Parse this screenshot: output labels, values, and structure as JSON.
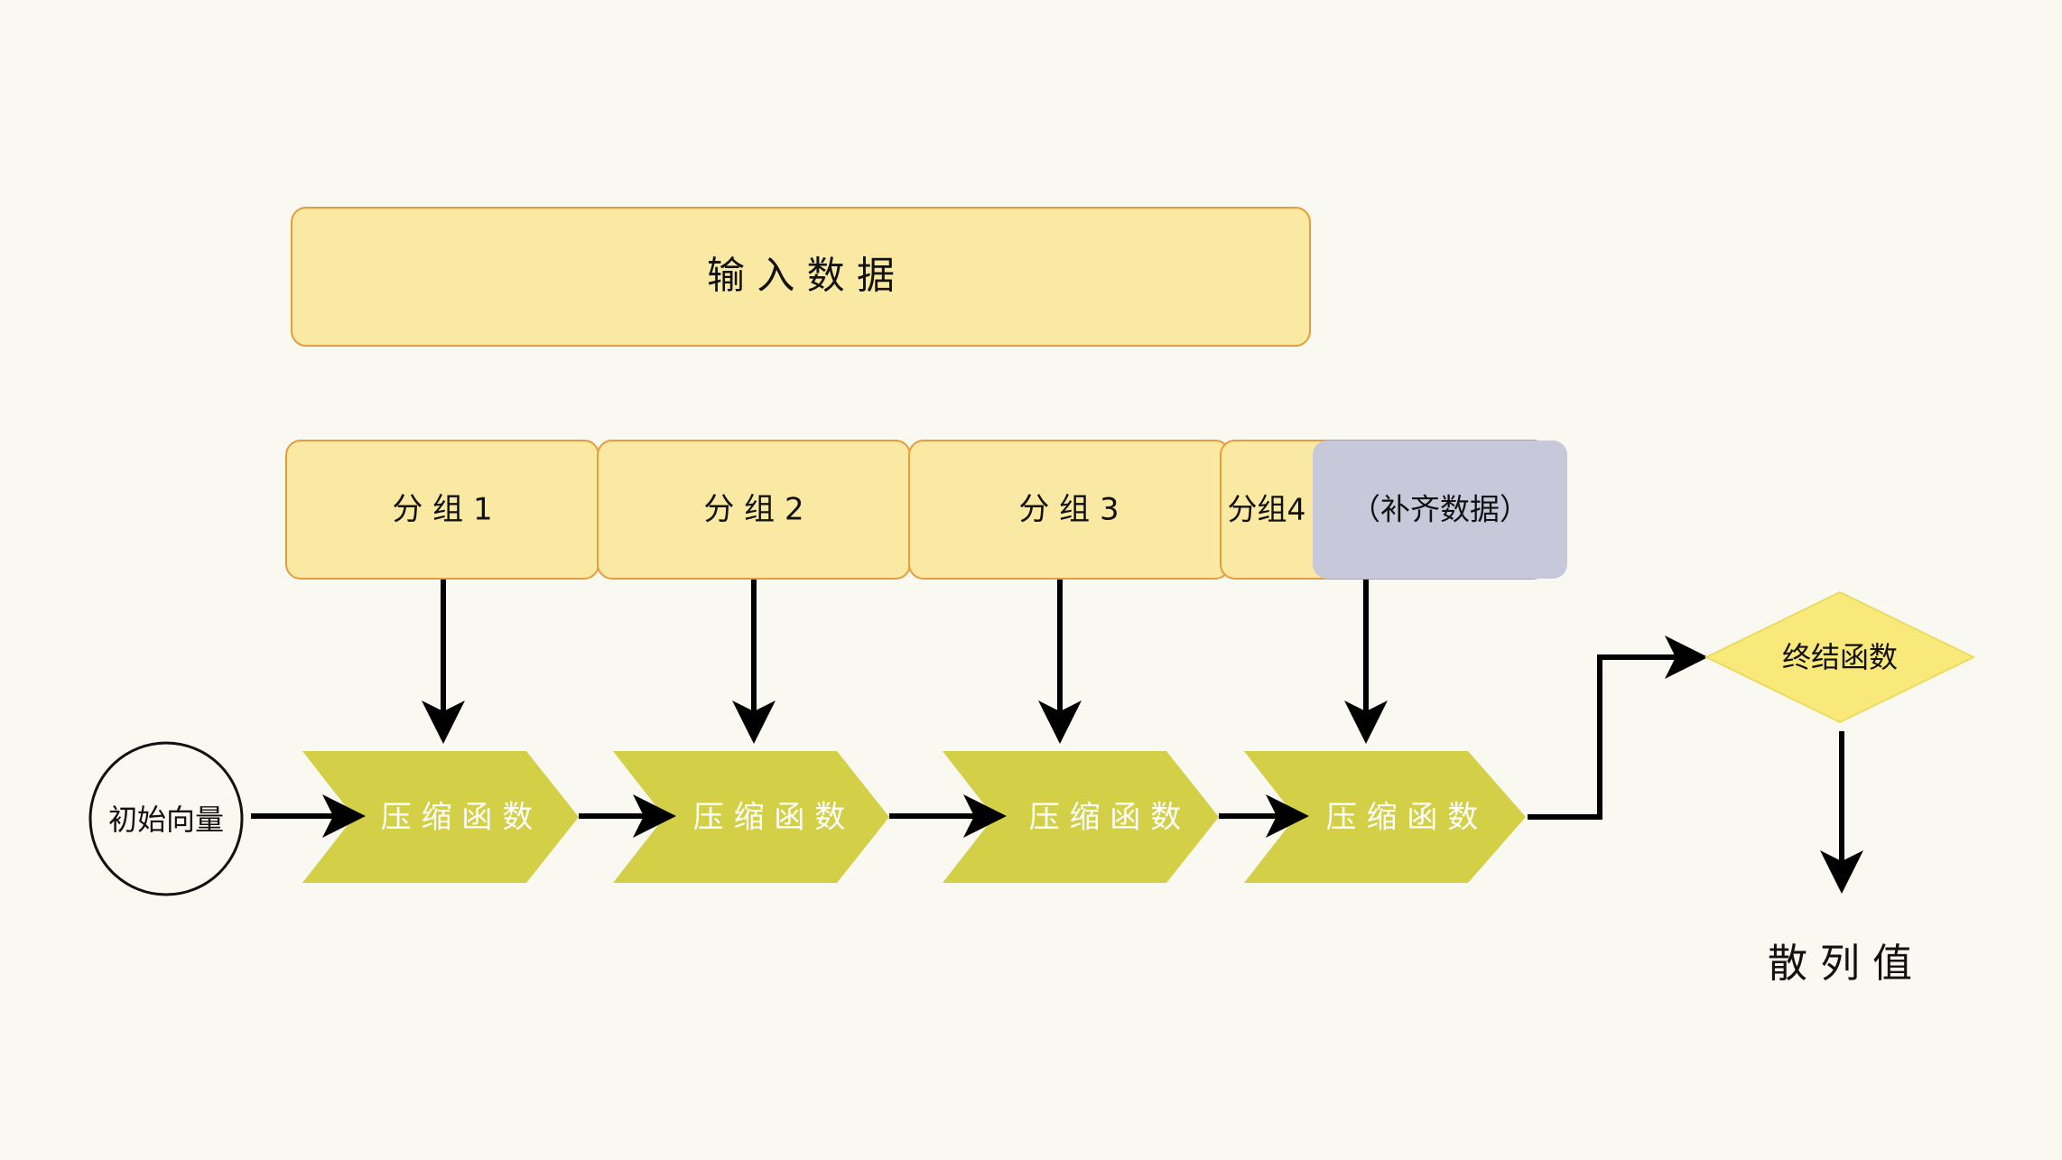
{
  "input_data": {
    "label": "输 入 数 据"
  },
  "groups": [
    {
      "label": "分 组 1"
    },
    {
      "label": "分 组 2"
    },
    {
      "label": "分 组 3"
    },
    {
      "label": "分组4"
    }
  ],
  "padding": {
    "label": "（补齐数据）"
  },
  "initial_vector": {
    "label": "初始向量"
  },
  "compress_steps": [
    {
      "label": "压 缩 函 数"
    },
    {
      "label": "压 缩 函 数"
    },
    {
      "label": "压 缩 函 数"
    },
    {
      "label": "压 缩 函 数"
    }
  ],
  "finalize": {
    "label": "终结函数"
  },
  "hash_value": {
    "label": "散 列 值"
  },
  "colors": {
    "box_fill": "#fae9a2",
    "box_stroke": "#e69b3c",
    "padding_fill": "#c7c8da",
    "chevron_fill": "#d3cf47",
    "diamond_fill": "#f9e87a",
    "diamond_stroke": "#eadc60"
  }
}
